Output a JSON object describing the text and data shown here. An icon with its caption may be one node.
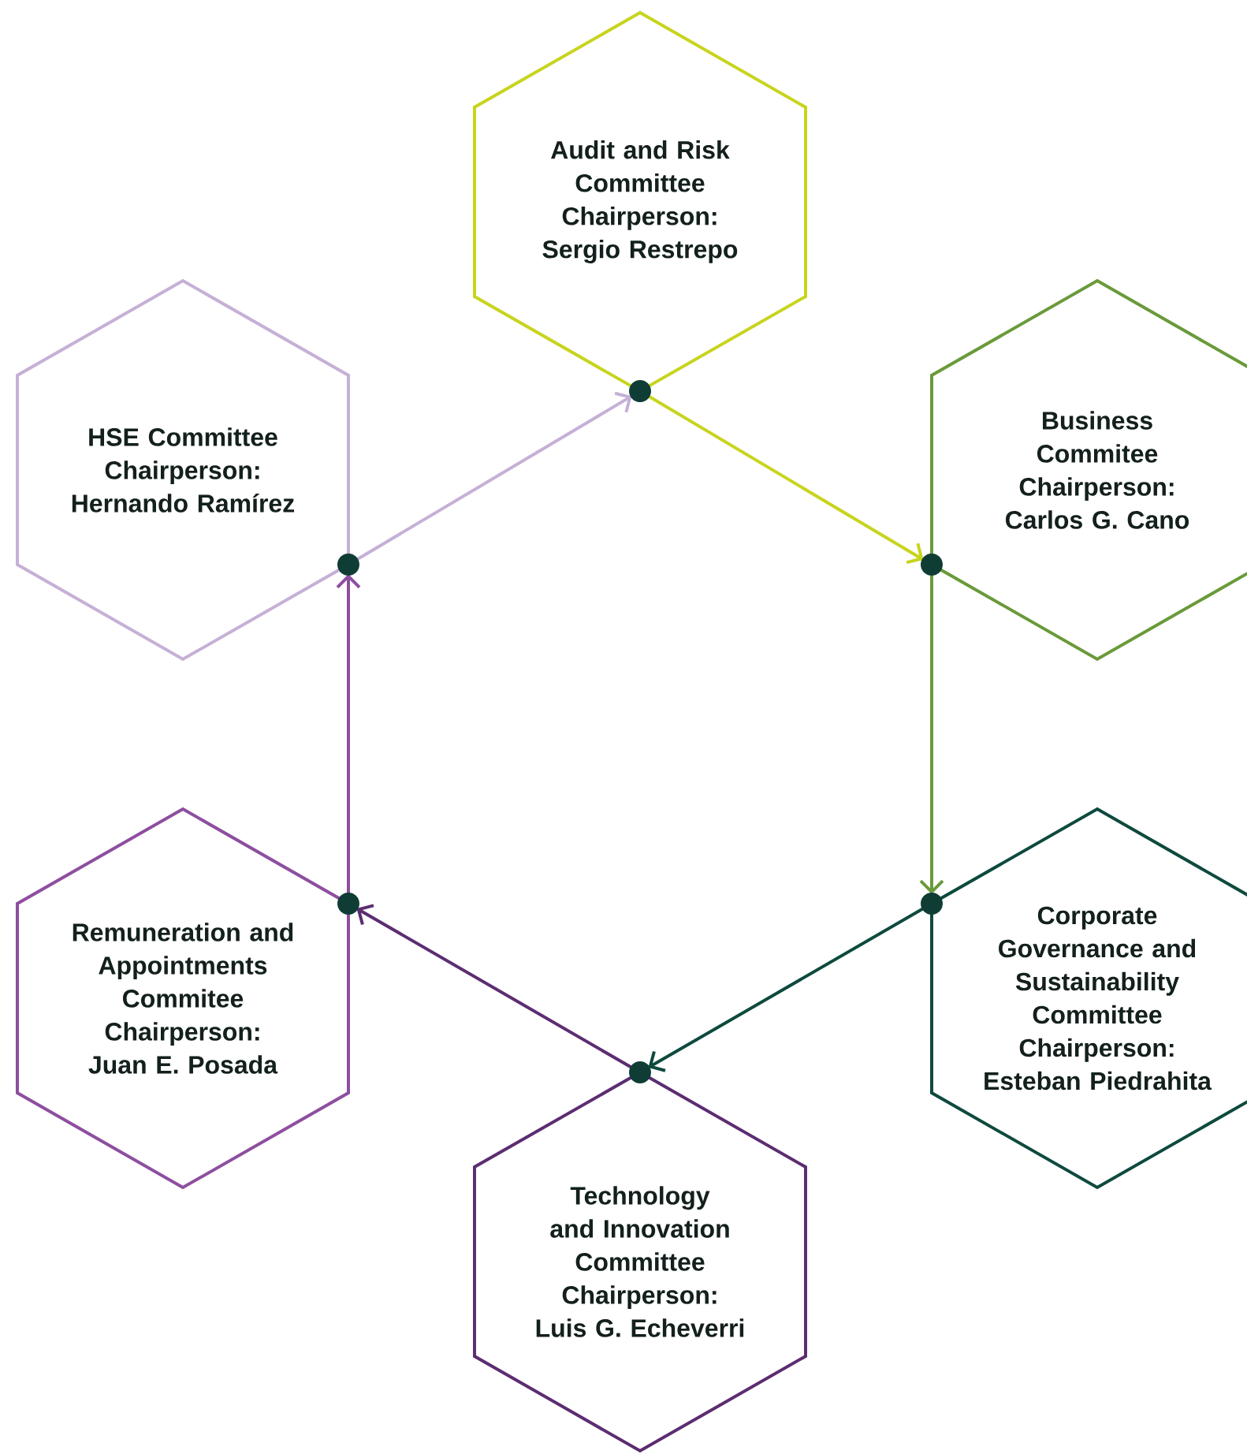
{
  "diagram": {
    "nodes": [
      {
        "text": [
          "Audit and Risk Committee Chairperson: Sergio Restrepo"
        ]
      },
      {
        "text": [
          "HSE Committee Chairperson: Hernando Ramírez"
        ]
      },
      {
        "text": [
          "Business Commitee Chairperson: Carlos G. Cano"
        ]
      },
      {
        "text": [
          "Remuneration and Appointments Commitee Chairperson: Juan E. Posada"
        ]
      },
      {
        "text": [
          "Corporate Governance and Sustainability Committee Chairperson: Esteban Piedrahita"
        ]
      },
      {
        "text": [
          "Technology and Innovation Committee Chairperson: Luis G. Echeverri"
        ]
      }
    ],
    "edges": [
      {
        "from": 0,
        "to": 2,
        "arrow": "to",
        "color": "#c8d41e"
      },
      {
        "from": 2,
        "to": 4,
        "arrow": "to",
        "color": "#6a9a3a"
      },
      {
        "from": 4,
        "to": 5,
        "arrow": "to",
        "color": "#0e4a3e"
      },
      {
        "from": 5,
        "to": 3,
        "arrow": "to",
        "color": "#5c2d72"
      },
      {
        "from": 3,
        "to": 1,
        "arrow": "to",
        "color": "#8e4ea0"
      },
      {
        "from": 1,
        "to": 0,
        "arrow": "to",
        "color": "#c6b0d6"
      }
    ]
  }
}
